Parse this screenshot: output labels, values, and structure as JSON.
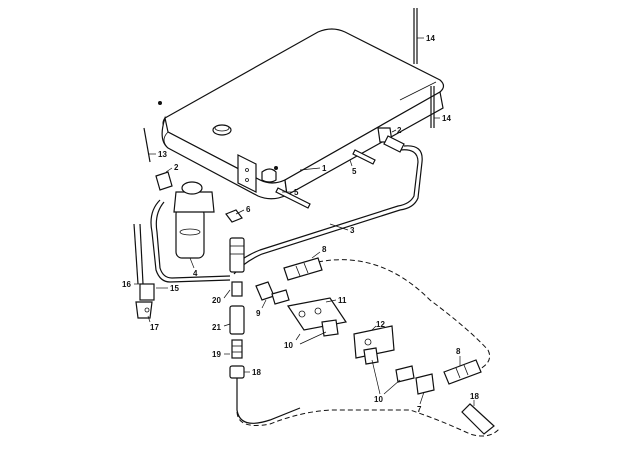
{
  "callouts": {
    "c1": "1",
    "c2a": "2",
    "c2b": "2",
    "c3": "3",
    "c4": "4",
    "c5a": "5",
    "c5b": "5",
    "c6": "6",
    "c7": "7",
    "c8a": "8",
    "c8b": "8",
    "c9": "9",
    "c10a": "10",
    "c10b": "10",
    "c11": "11",
    "c12": "12",
    "c13": "13",
    "c14a": "14",
    "c14b": "14",
    "c15": "15",
    "c16": "16",
    "c17": "17",
    "c18a": "18",
    "c18b": "18",
    "c19": "19",
    "c20": "20",
    "c21": "21"
  }
}
